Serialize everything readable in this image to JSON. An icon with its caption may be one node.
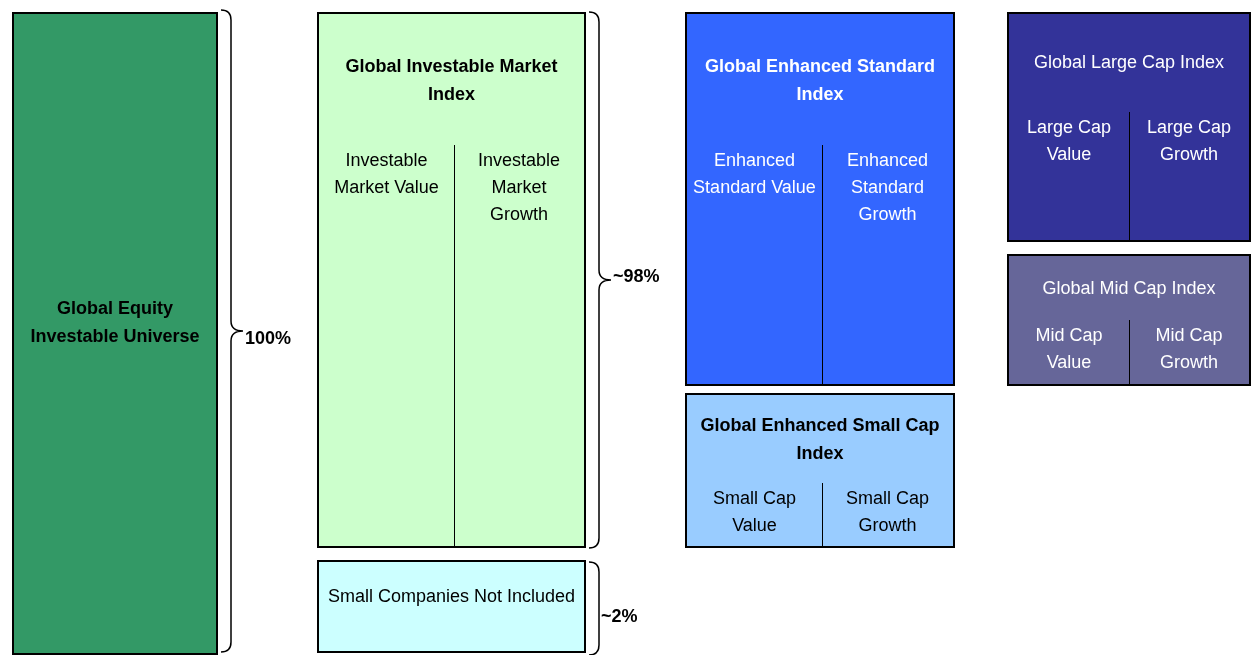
{
  "diagram": {
    "nodes": [
      {
        "text": [
          "Global Equity Investable Universe"
        ]
      },
      {
        "text": [
          "Global Investable Market Index"
        ]
      },
      {
        "text": [
          "Investable Market Value"
        ],
        "in": 1
      },
      {
        "text": [
          "Investable Market Growth"
        ],
        "in": 1
      },
      {
        "text": [
          "Small Companies Not Included"
        ]
      },
      {
        "text": [
          "Global Enhanced Standard Index"
        ]
      },
      {
        "text": [
          "Enhanced Standard Value"
        ],
        "in": 5
      },
      {
        "text": [
          "Enhanced Standard Growth"
        ],
        "in": 5
      },
      {
        "text": [
          "Global Enhanced Small Cap Index"
        ]
      },
      {
        "text": [
          "Small Cap Value"
        ],
        "in": 8
      },
      {
        "text": [
          "Small Cap Growth"
        ],
        "in": 8
      },
      {
        "text": [
          "Global Large Cap Index"
        ]
      },
      {
        "text": [
          "Large Cap Value"
        ],
        "in": 11
      },
      {
        "text": [
          "Large Cap Growth"
        ],
        "in": 11
      },
      {
        "text": [
          "Global Mid Cap Index"
        ]
      },
      {
        "text": [
          "Mid Cap Value"
        ],
        "in": 14
      },
      {
        "text": [
          "Mid Cap Growth"
        ],
        "in": 14
      }
    ],
    "labels": [
      "100%",
      "~98%",
      "~2%"
    ]
  }
}
